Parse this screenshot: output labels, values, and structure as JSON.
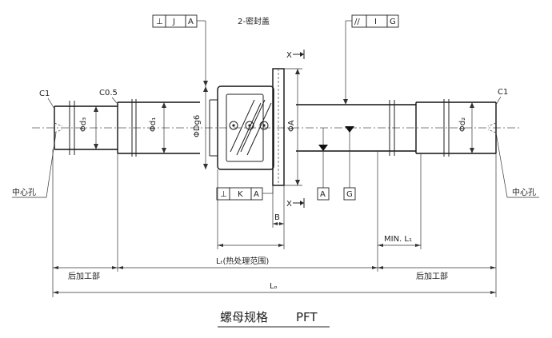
{
  "title": "螺母规格",
  "model": "PFT",
  "labels": {
    "seal": "2-密封盖",
    "c1_left": "C1",
    "c05": "C0.5",
    "c1_right": "C1",
    "center_hole_left": "中心孔",
    "center_hole_right": "中心孔",
    "d3": "Φd₃",
    "d1": "Φd₁",
    "dg6": "ΦDg6",
    "phi_a": "ΦA",
    "d2": "Φd₂",
    "x_top": "X",
    "x_bottom": "X",
    "b": "B",
    "min_l1": "MIN. L₁",
    "lt": "Lₜ(热处理范围)",
    "lo": "Lₒ",
    "post_left": "后加工部",
    "post_right": "后加工部"
  },
  "frames": {
    "j": {
      "sym": "⊥",
      "tol": "J",
      "datum": "A"
    },
    "k": {
      "sym": "⊥",
      "tol": "K",
      "datum": "A"
    },
    "i": {
      "sym": "//",
      "tol": "I",
      "datum": "G"
    }
  },
  "datums": {
    "a": "A",
    "g": "G"
  }
}
